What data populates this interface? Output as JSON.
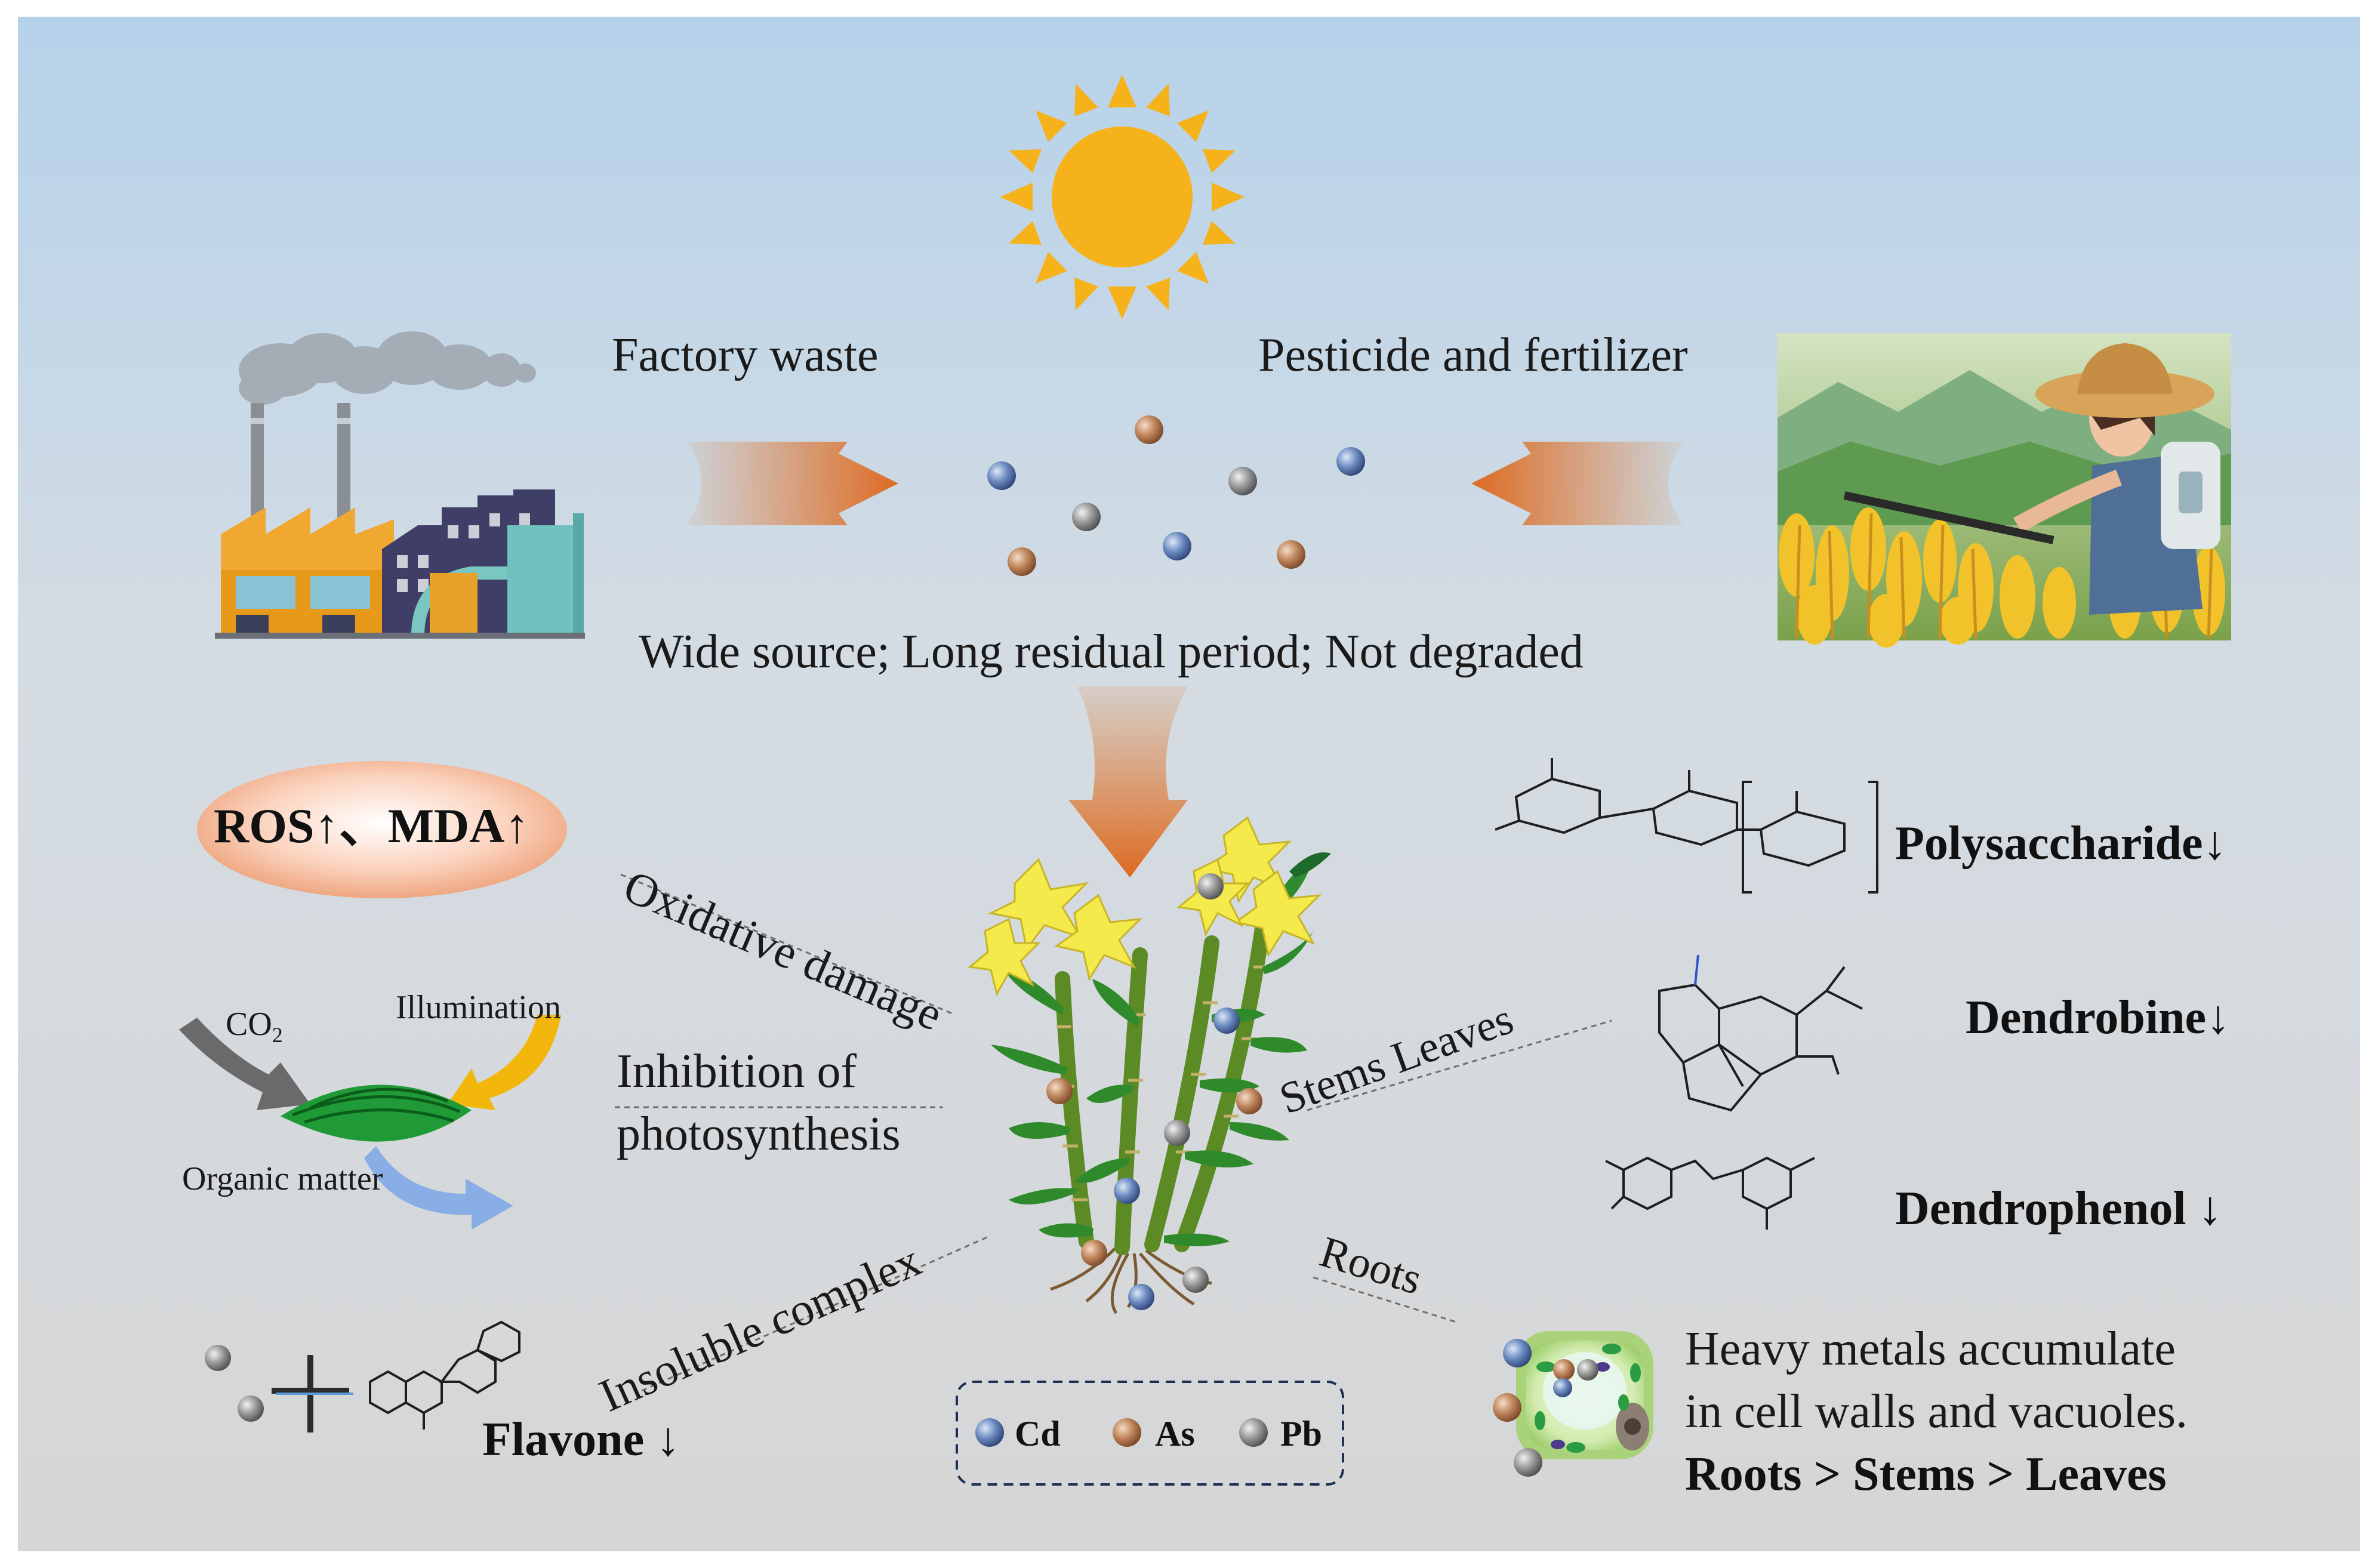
{
  "sources": {
    "factory_label": "Factory waste",
    "pesticide_label": "Pesticide and fertilizer",
    "properties": "Wide source; Long residual period; Not degraded"
  },
  "effects": {
    "ros_mda": "ROS↑、MDA↑",
    "oxidative_damage": "Oxidative damage",
    "co2": "CO",
    "co2_sub": "2",
    "illumination": "Illumination",
    "organic_matter": "Organic matter",
    "photosynthesis_line1": "Inhibition of",
    "photosynthesis_line2": "photosynthesis",
    "insoluble_complex": "Insoluble complex",
    "flavone": "Flavone ↓"
  },
  "plant_parts": {
    "stems_leaves": "Stems  Leaves",
    "roots": "Roots"
  },
  "compounds": {
    "polysaccharide": "Polysaccharide↓",
    "dendrobine": "Dendrobine↓",
    "dendrophenol": "Dendrophenol ↓"
  },
  "accumulation": {
    "line1": "Heavy metals accumulate",
    "line2": "in cell walls and vacuoles.",
    "line3": "Roots > Stems > Leaves"
  },
  "legend": [
    {
      "label": "Cd",
      "color": "#5b78b0"
    },
    {
      "label": "As",
      "color": "#b87a52"
    },
    {
      "label": "Pb",
      "color": "#8c8c8c"
    }
  ],
  "colors": {
    "sky_top": "#b6d2ea",
    "ground": "#d9d9d9",
    "arrow": "#e07a30",
    "sun": "#f6b21a"
  }
}
